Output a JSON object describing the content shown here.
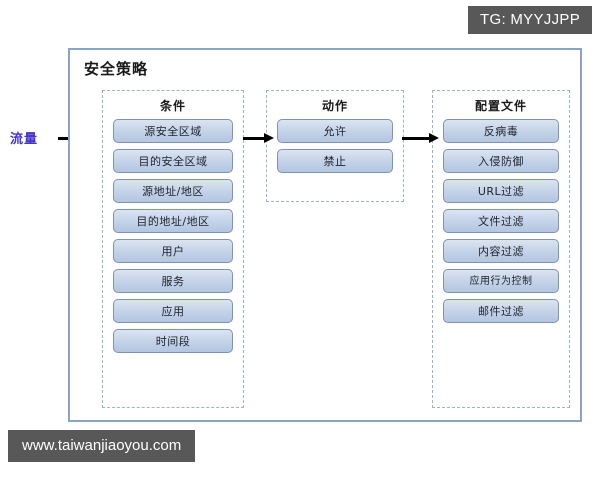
{
  "badges": {
    "telegram": "TG: MYYJJPP",
    "website": "www.taiwanjiaoyou.com"
  },
  "diagram": {
    "title": "安全策略",
    "traffic_label": "流量",
    "columns": [
      {
        "key": "conditions",
        "title": "条件",
        "items": [
          {
            "label": "源安全区域"
          },
          {
            "label": "目的安全区域"
          },
          {
            "label": "源地址/地区"
          },
          {
            "label": "目的地址/地区"
          },
          {
            "label": "用户"
          },
          {
            "label": "服务"
          },
          {
            "label": "应用"
          },
          {
            "label": "时间段"
          }
        ]
      },
      {
        "key": "actions",
        "title": "动作",
        "items": [
          {
            "label": "允许"
          },
          {
            "label": "禁止"
          }
        ]
      },
      {
        "key": "profiles",
        "title": "配置文件",
        "items": [
          {
            "label": "反病毒"
          },
          {
            "label": "入侵防御"
          },
          {
            "label": "URL过滤"
          },
          {
            "label": "文件过滤"
          },
          {
            "label": "内容过滤"
          },
          {
            "label": "应用行为控制"
          },
          {
            "label": "邮件过滤"
          }
        ]
      }
    ],
    "arrows": [
      {
        "name": "traffic-to-conditions"
      },
      {
        "name": "conditions-to-actions"
      },
      {
        "name": "actions-to-profiles"
      }
    ]
  },
  "colors": {
    "frame_border": "#8ca4c4",
    "column_border": "#9bb2d0",
    "item_border": "#7e93b8",
    "item_fill_top": "#dbe4f0",
    "item_fill_bottom": "#b3c5e0",
    "traffic_text": "#4433cc",
    "badge_background": "#585858"
  }
}
